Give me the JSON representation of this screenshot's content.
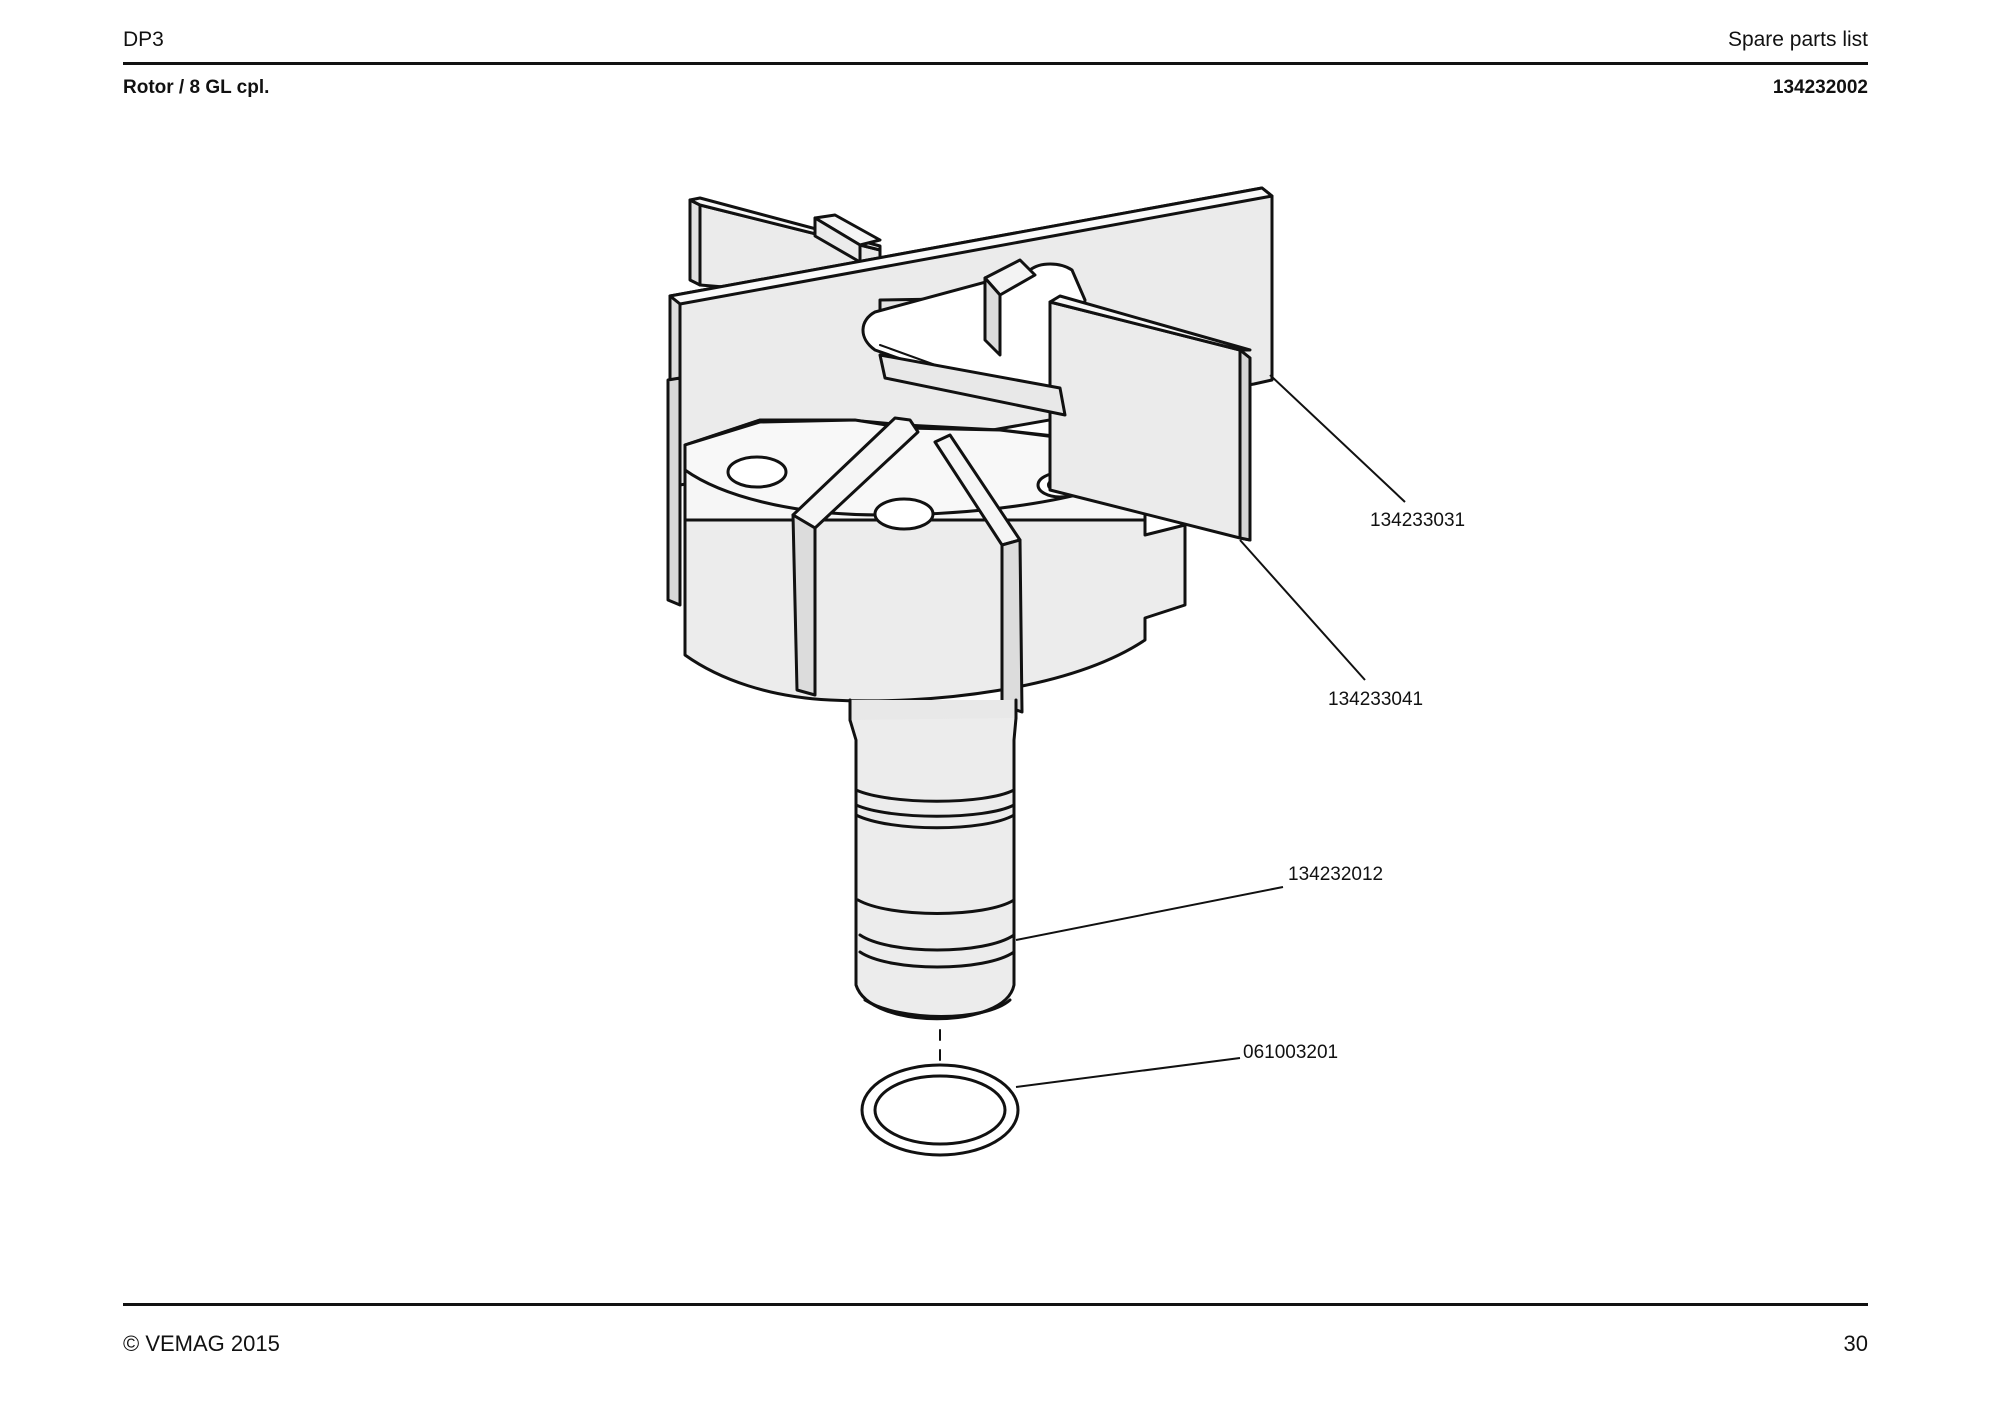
{
  "header": {
    "left": "DP3",
    "right": "Spare parts list"
  },
  "subheader": {
    "title": "Rotor / 8 GL cpl.",
    "part_number": "134232002"
  },
  "drawing": {
    "callouts": [
      "134233031",
      "134233041",
      "134232012",
      "061003201"
    ]
  },
  "footer": {
    "copyright": "© VEMAG 2015",
    "page": "30"
  }
}
